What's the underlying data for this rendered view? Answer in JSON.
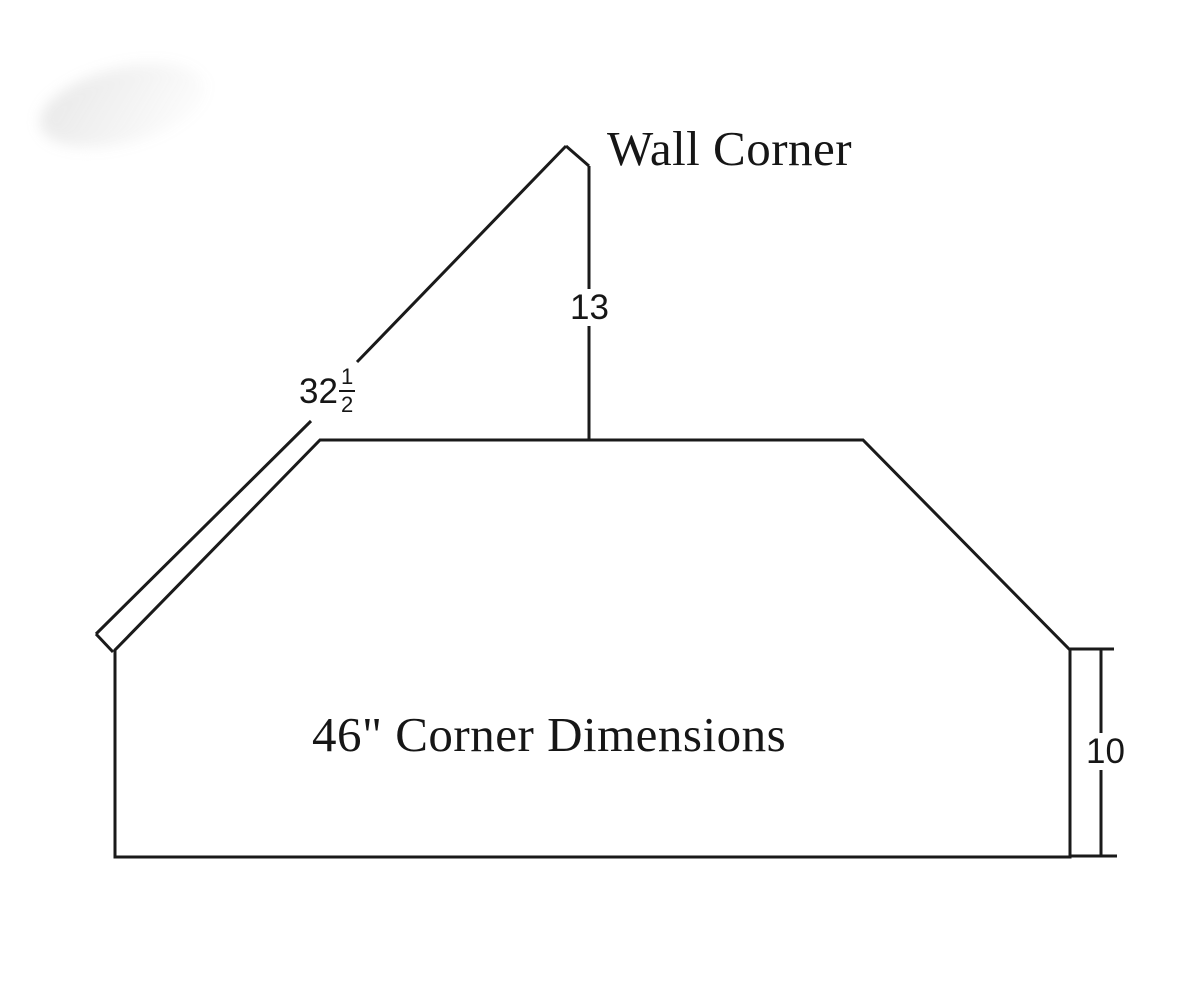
{
  "diagram": {
    "title": "Wall Corner",
    "caption": "46\" Corner Dimensions",
    "dims": {
      "wall_drop": "13",
      "diag_whole": "32",
      "diag_num": "1",
      "diag_den": "2",
      "right_height": "10"
    }
  }
}
